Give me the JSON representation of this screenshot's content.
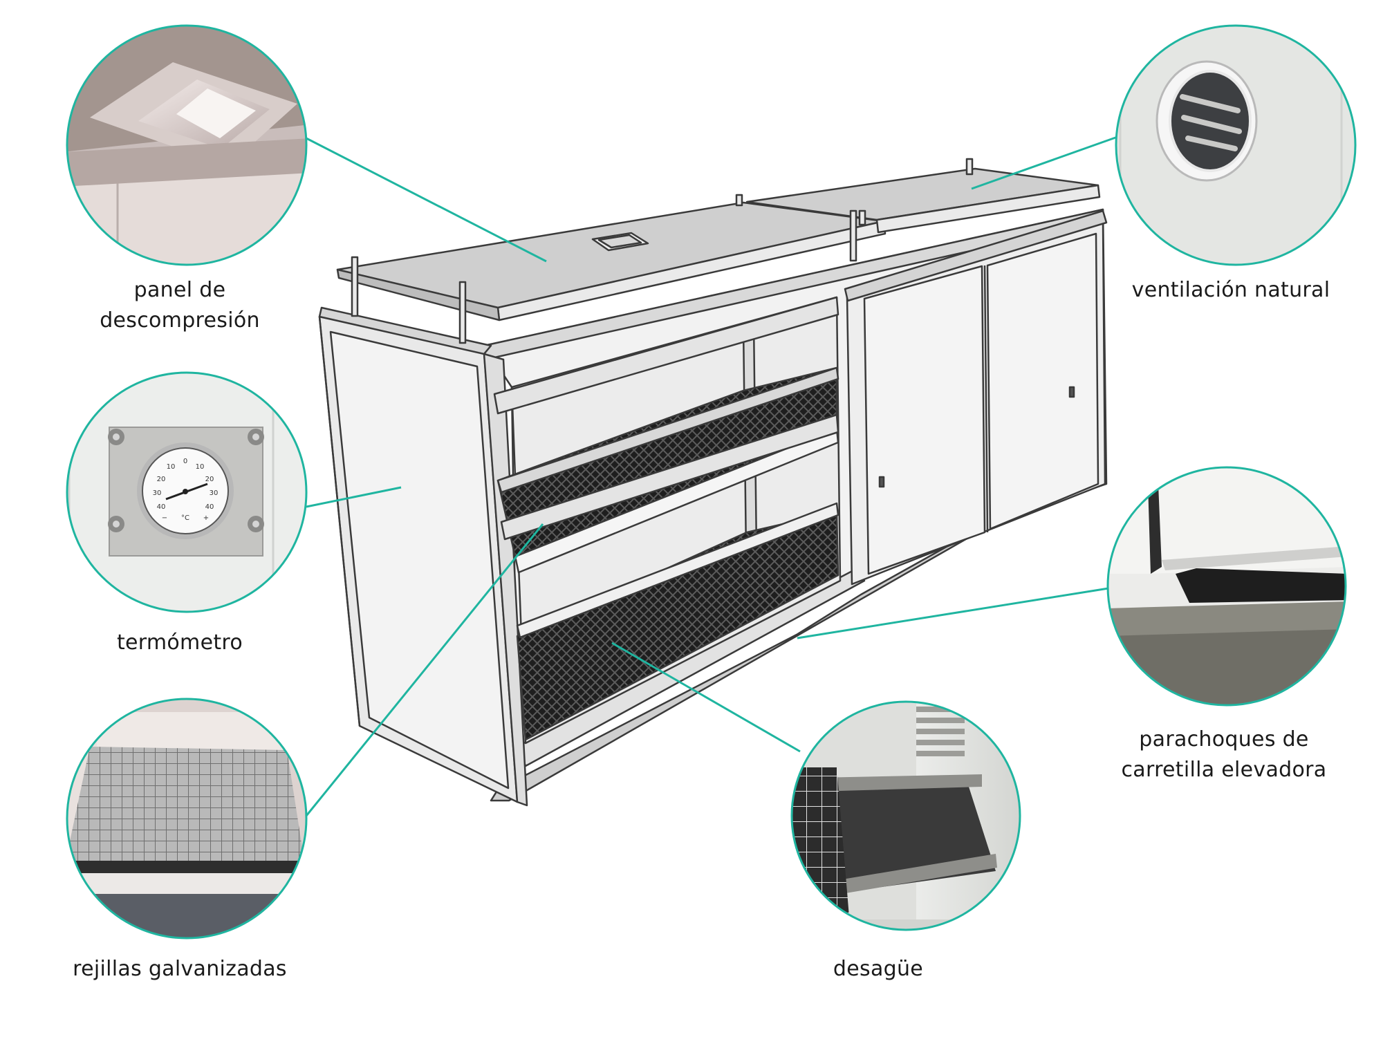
{
  "colors": {
    "accent": "#1fb5a0",
    "outline": "#3a3a3a",
    "panel": "#e6e6e6",
    "grating": "#1e1e1e"
  },
  "callouts": {
    "panel": "panel de\ndescompresión",
    "termometro": "termómetro",
    "rejillas": "rejillas galvanizadas",
    "desague": "desagüe",
    "ventilacion": "ventilación natural",
    "parachoques": "parachoques de\ncarretilla elevadora"
  },
  "thermometer": {
    "scale_left": [
      "10",
      "20",
      "30",
      "40"
    ],
    "scale_right": [
      "10",
      "20",
      "30",
      "40"
    ],
    "zero": "0",
    "unit": "°C",
    "minus": "−",
    "plus": "+"
  }
}
